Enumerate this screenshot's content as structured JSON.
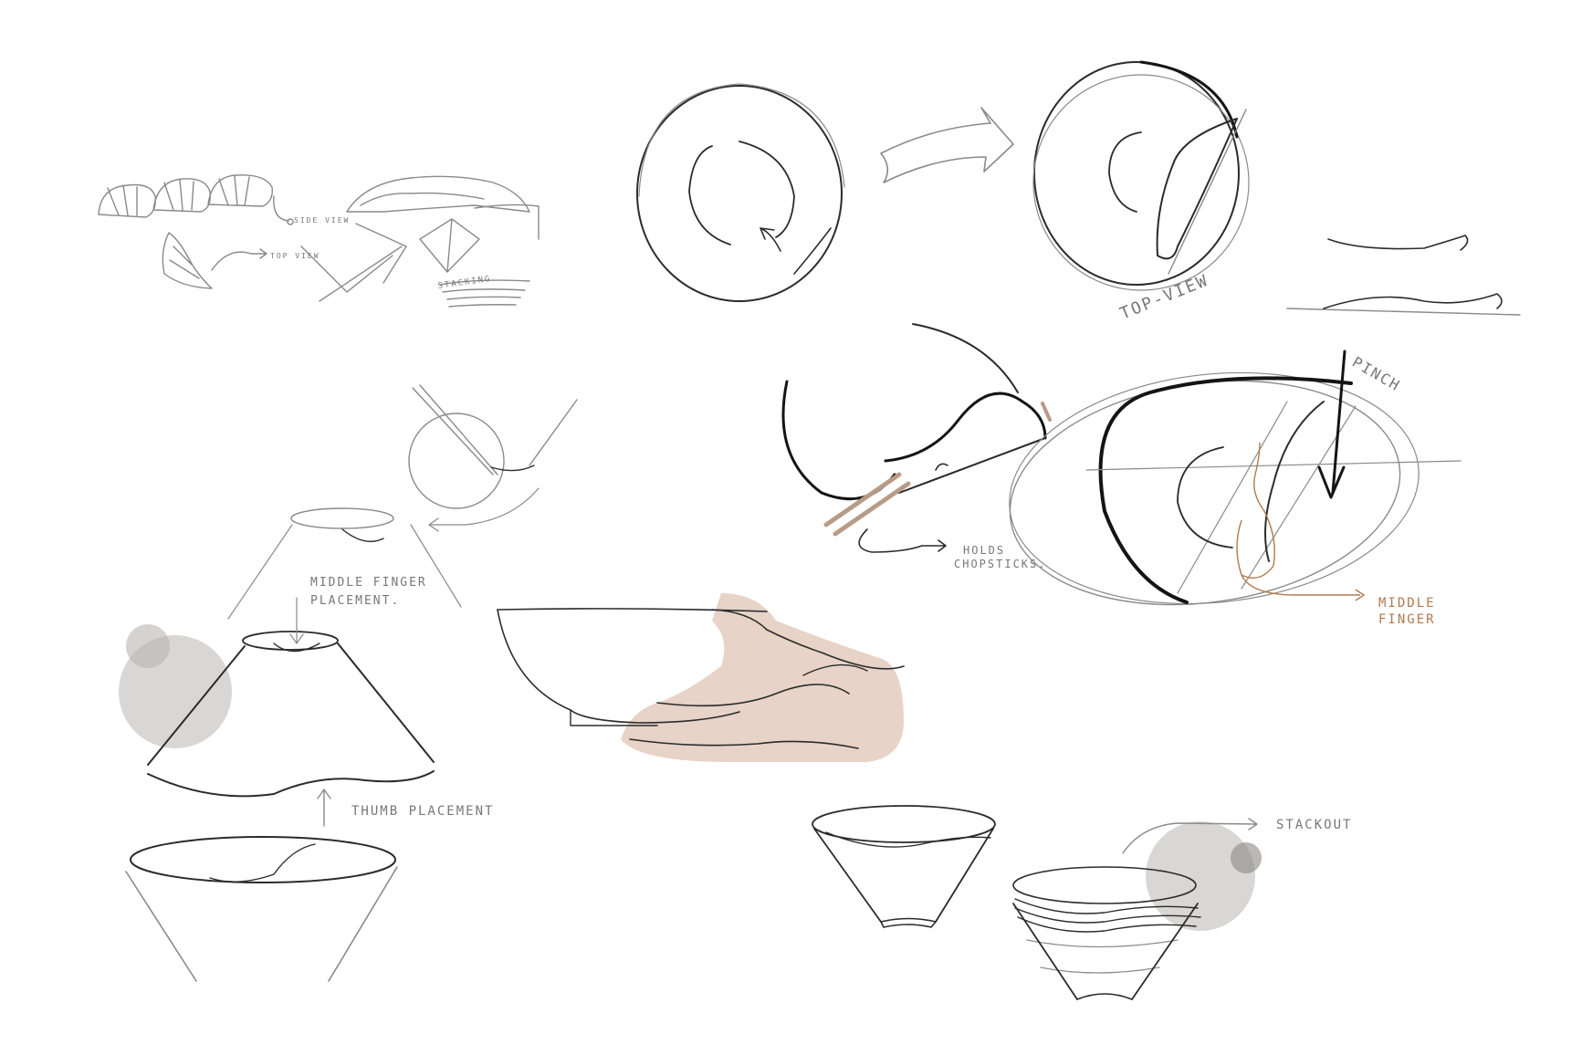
{
  "annotations": {
    "side_view": "SIDE VIEW",
    "top_view_small": "TOP VIEW",
    "stacking": "STACKING",
    "top_view": "TOP-VIEW",
    "holds_chopsticks_1": "HOLDS",
    "holds_chopsticks_2": "CHOPSTICKS.",
    "pinch": "PINCH",
    "middle_finger_1": "MIDDLE",
    "middle_finger_2": "FINGER",
    "middle_finger_placement_1": "MIDDLE FINGER",
    "middle_finger_placement_2": "PLACEMENT.",
    "thumb_placement": "THUMB PLACEMENT",
    "stackout": "STACKOUT"
  },
  "colors": {
    "paper": "#ffffff",
    "ink": "#2b2b2b",
    "pencil": "#8a8a8a",
    "skin_wash": "#e3cbbd",
    "chopstick": "#b89b87",
    "copper_note": "#b07a4e",
    "grey_wash": "#b8b6b2"
  }
}
